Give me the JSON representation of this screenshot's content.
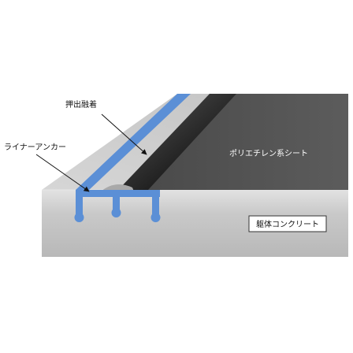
{
  "labels": {
    "extrusion_weld": "押出融着",
    "liner_anchor": "ライナーアンカー",
    "polyethylene_sheet": "ポリエチレン系シート",
    "concrete_body": "躯体コンクリート"
  },
  "colors": {
    "anchor_blue": "#5b8fd6",
    "sheet_dark": "#555555",
    "concrete_gray": "#c6c6c6",
    "slope_light": "#c8c8c8",
    "box_border": "#333333",
    "text": "#111111"
  }
}
